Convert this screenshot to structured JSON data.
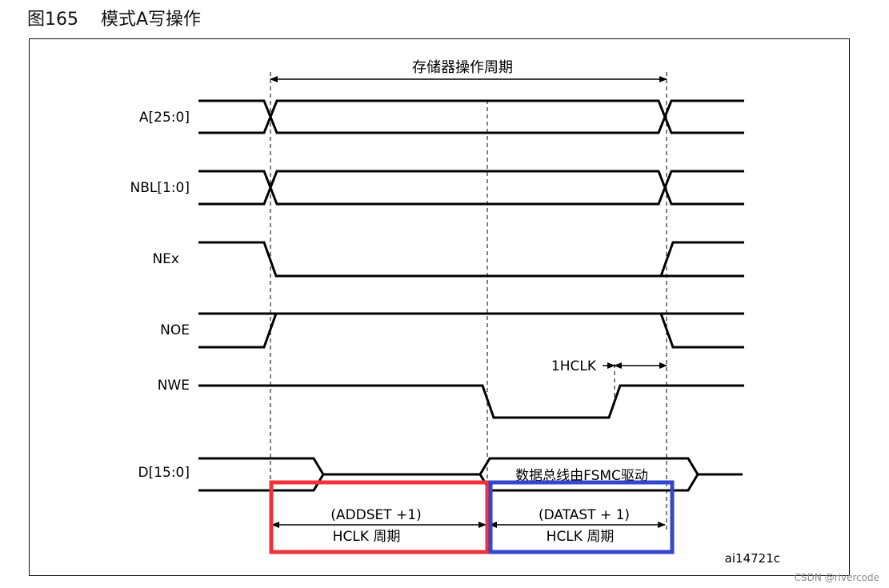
{
  "figure": {
    "number": "图165",
    "title": "模式A写操作"
  },
  "diagram": {
    "cycle_label": "存储器操作周期",
    "signals": {
      "address": "A[25:0]",
      "byte_lane": "NBL[1:0]",
      "chip_select": "NEx",
      "output_enable": "NOE",
      "write_enable": "NWE",
      "data": "D[15:0]"
    },
    "one_hclk_label": "1HCLK",
    "data_bus_label": "数据总线由FSMC驱动",
    "addset": {
      "line1": "(ADDSET +1)",
      "line2": "HCLK 周期"
    },
    "datast": {
      "line1": "(DATAST + 1)",
      "line2": "HCLK 周期"
    },
    "diagram_id": "ai14721c",
    "colors": {
      "addset_box": "#f0333a",
      "datast_box": "#3346cc",
      "line": "#000000"
    }
  },
  "watermark": "CSDN @rivercode"
}
